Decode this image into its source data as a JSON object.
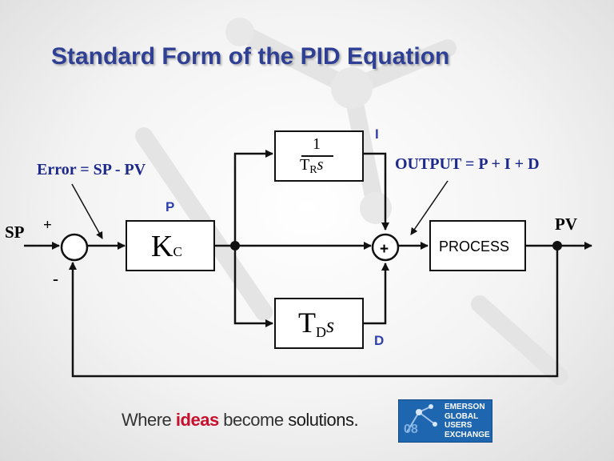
{
  "title": "Standard Form of the PID Equation",
  "labels": {
    "error": "Error = SP - PV",
    "output": "OUTPUT = P + I + D",
    "sp": "SP",
    "pv": "PV",
    "plus": "+",
    "minus": "-",
    "p_tag": "P",
    "i_tag": "I",
    "d_tag": "D"
  },
  "blocks": {
    "kc": {
      "main": "K",
      "sub": "C"
    },
    "integral": {
      "numerator": "1",
      "den_main": "T",
      "den_sub": "R",
      "den_var": "s"
    },
    "derivative": {
      "main": "T",
      "sub": "D",
      "var": "s"
    },
    "process": "PROCESS",
    "sum_sign": "+"
  },
  "footer": {
    "where": "Where ",
    "ideas": "ideas",
    "become": " become ",
    "solutions": "solutions.",
    "logo_lines": [
      "EMERSON",
      "GLOBAL",
      "USERS",
      "EXCHANGE"
    ],
    "logo_year": "08"
  },
  "colors": {
    "title": "#2e3f94",
    "annotation": "#1d2a8c",
    "tag": "#2e3fb0",
    "line": "#111111",
    "ideas": "#c8102e",
    "logo": "#1f66b0"
  }
}
